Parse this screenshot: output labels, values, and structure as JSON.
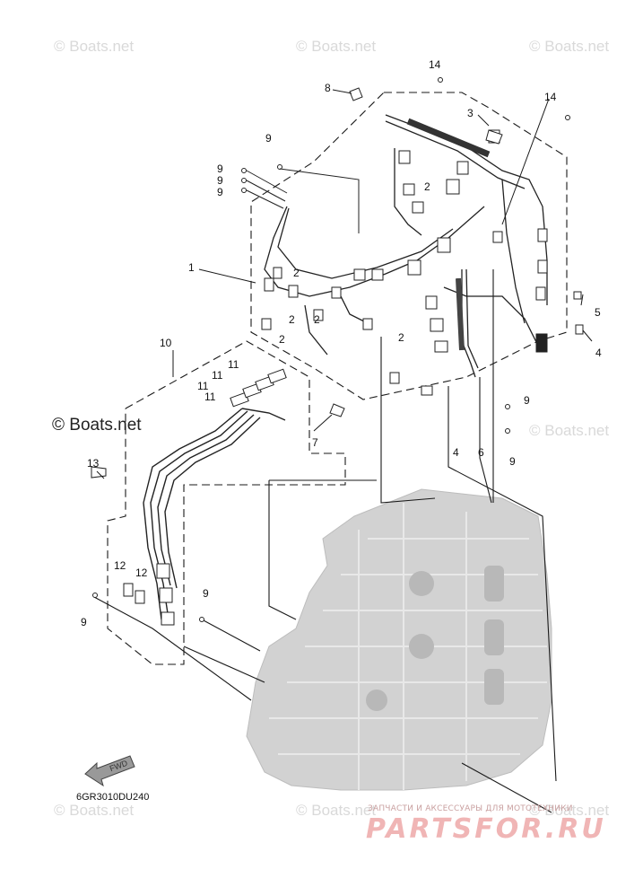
{
  "watermarks": [
    "© Boats.net",
    "© Boats.net",
    "© Boats.net",
    "© Boats.net",
    "© Boats.net",
    "© Boats.net",
    "© Boats.net"
  ],
  "watermark_prominent": "© Boats.net",
  "diagram_code": "6GR3010DU240",
  "fwd_label": "FWD",
  "dealer_line": "ЗАПЧАСТИ И АКСЕССУАРЫ ДЛЯ МОТОТЕХНИКИ",
  "dealer_logo": "PARTSFOR.RU",
  "callouts": [
    "14",
    "8",
    "3",
    "14",
    "9",
    "9",
    "9",
    "9",
    "2",
    "1",
    "2",
    "2",
    "2",
    "2",
    "5",
    "4",
    "10",
    "2",
    "11",
    "11",
    "11",
    "11",
    "7",
    "9",
    "4",
    "6",
    "9",
    "13",
    "12",
    "12",
    "9",
    "9"
  ],
  "colors": {
    "line": "#1a1a1a",
    "engine_fill": "#c9c9c9",
    "watermark": "#d9d9d9",
    "dealer": "#f0b5b5"
  }
}
